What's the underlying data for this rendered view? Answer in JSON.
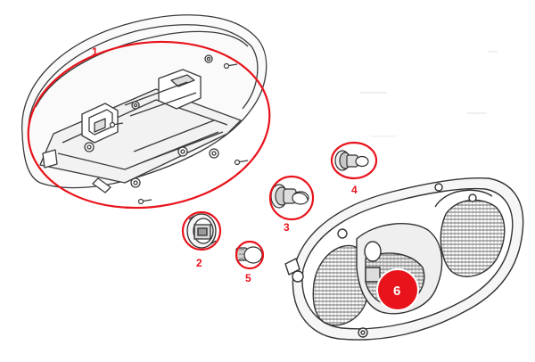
{
  "colors": {
    "line": "#3a3a3a",
    "callout": "#e8131b",
    "background": "#ffffff"
  },
  "callouts": [
    {
      "id": "1",
      "label": "1",
      "part": "rear-housing"
    },
    {
      "id": "2",
      "label": "2",
      "part": "bulb-socket-left"
    },
    {
      "id": "3",
      "label": "3",
      "part": "bulb-center"
    },
    {
      "id": "4",
      "label": "4",
      "part": "bulb-right"
    },
    {
      "id": "5",
      "label": "5",
      "part": "small-bulb"
    },
    {
      "id": "6",
      "label": "6",
      "part": "front-lens-housing"
    }
  ]
}
